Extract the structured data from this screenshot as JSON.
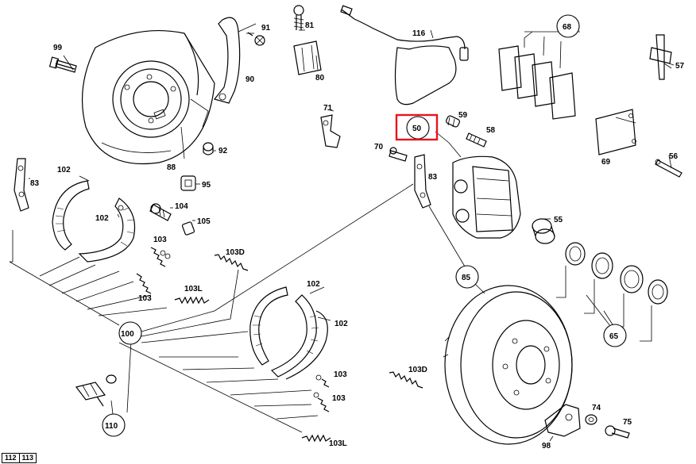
{
  "callouts": {
    "c50": "50",
    "c55": "55",
    "c56": "56",
    "c57": "57",
    "c58": "58",
    "c59": "59",
    "c65": "65",
    "c68": "68",
    "c69": "69",
    "c70": "70",
    "c71": "71",
    "c74": "74",
    "c75": "75",
    "c80": "80",
    "c81": "81",
    "c83a": "83",
    "c83b": "83",
    "c85": "85",
    "c88": "88",
    "c90": "90",
    "c91": "91",
    "c92": "92",
    "c95": "95",
    "c98": "98",
    "c99": "99",
    "c100": "100",
    "c102a": "102",
    "c102b": "102",
    "c102c": "102",
    "c102d": "102",
    "c103a": "103",
    "c103b": "103",
    "c103c": "103",
    "c103d": "103",
    "c103Da": "103D",
    "c103Db": "103D",
    "c103La": "103L",
    "c103Lb": "103L",
    "c104": "104",
    "c105": "105",
    "c110": "110",
    "c116": "116"
  },
  "highlight": {
    "part": "50",
    "color": "#e8141c"
  },
  "pages": [
    "112",
    "113"
  ]
}
